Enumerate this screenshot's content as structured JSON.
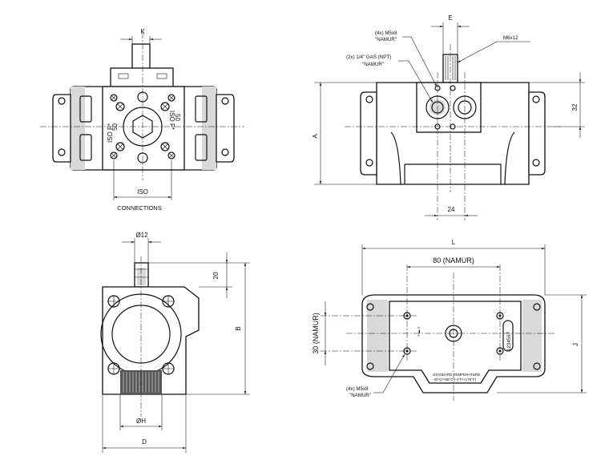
{
  "top_left": {
    "k_label": "K",
    "iso_label": "ISO",
    "connections_label": "CONNECTIONS",
    "iso_flange_left": "ISO F*",
    "iso_flange_right": "ISO F*",
    "flange_digits": "50"
  },
  "top_right": {
    "e_label": "E",
    "m5_label": "(4x) M5x8",
    "m5_namur": "\"NAMUR\"",
    "gas_label": "(2x) 1/4\" GAS (NPT)",
    "gas_namur": "\"NAMUR\"",
    "m6_label": "M6x12",
    "a_label": "A",
    "dim_32": "32",
    "dim_24": "24"
  },
  "bottom_left": {
    "phi12_label": "Ø12",
    "dim_20": "20",
    "b_label": "B",
    "phih_label": "ØH",
    "d_label": "D"
  },
  "bottom_right": {
    "l_label": "L",
    "namur80_label": "80 (NAMUR)",
    "namur30_label": "30 (NAMUR)",
    "j_label": "J",
    "m5_label": "(4x) M5x8",
    "m5_namur": "\"NAMUR\"",
    "serial": "1234567",
    "std_temp_line1": "STANDARD TEMPERATURE",
    "std_temp_line2": "-20°C/+80°C (-4°F/+176°F)"
  }
}
